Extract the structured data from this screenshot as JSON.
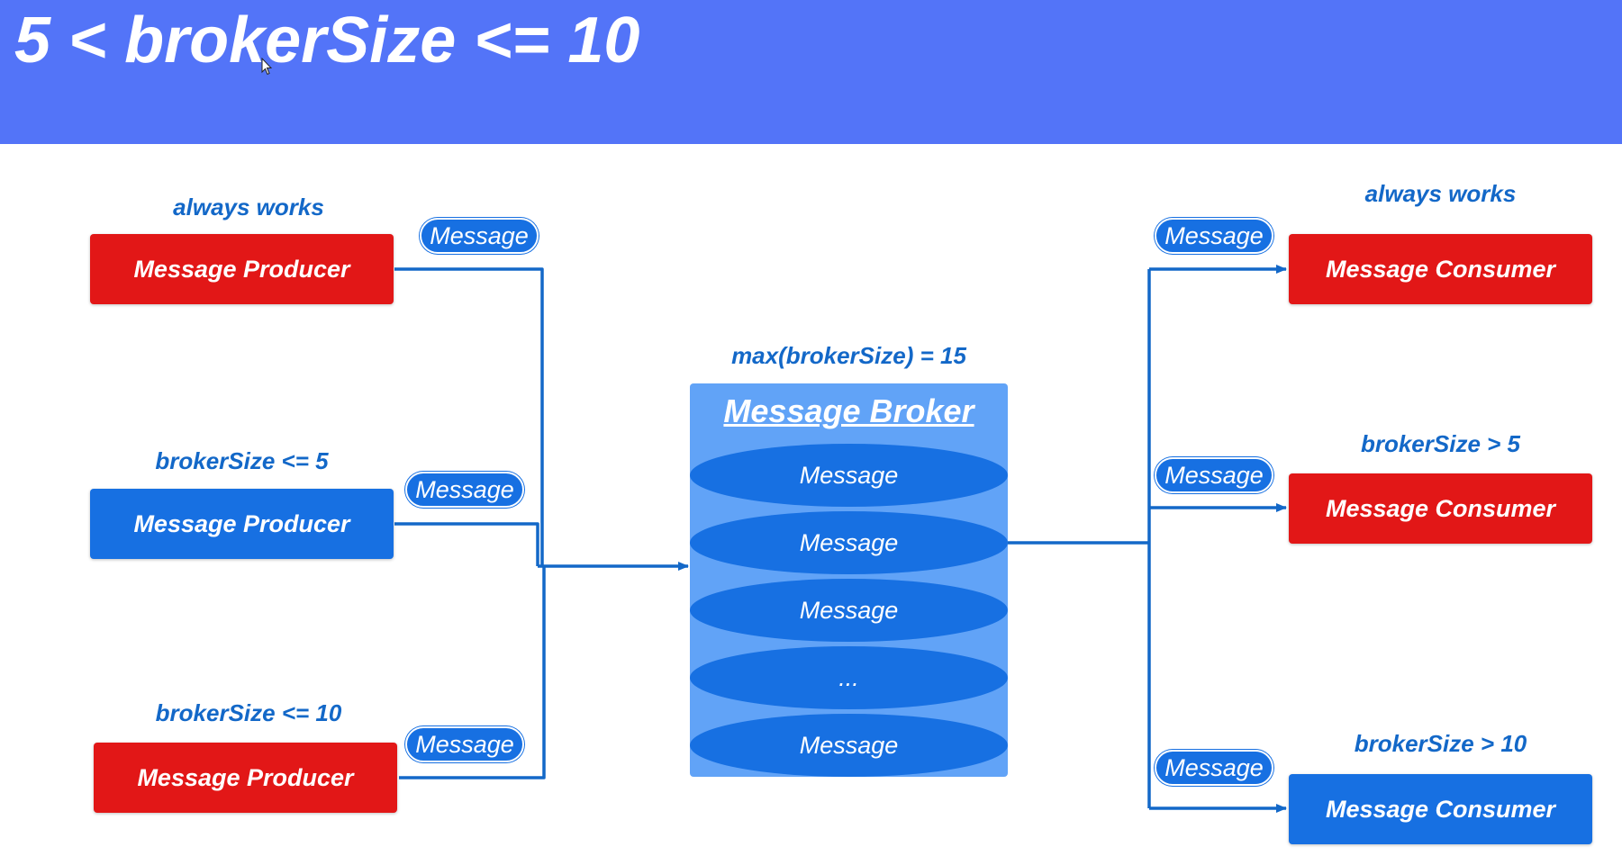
{
  "slide": {
    "title": "5 < brokerSize <= 10"
  },
  "colors": {
    "header": "#5374f8",
    "red": "#e21717",
    "blue": "#1770e2",
    "broker_bg": "#61a3f7",
    "condition_text": "#1368c8",
    "connector": "#1368c8"
  },
  "producers": [
    {
      "label": "Message Producer",
      "condition": "always works",
      "color": "red",
      "message": "Message"
    },
    {
      "label": "Message Producer",
      "condition": "brokerSize <= 5",
      "color": "blue",
      "message": "Message"
    },
    {
      "label": "Message Producer",
      "condition": "brokerSize <= 10",
      "color": "red",
      "message": "Message"
    }
  ],
  "broker": {
    "capacity_label": "max(brokerSize) = 15",
    "title": "Message Broker",
    "slots": [
      "Message",
      "Message",
      "Message",
      "...",
      "Message"
    ]
  },
  "consumers": [
    {
      "label": "Message Consumer",
      "condition": "always works",
      "color": "red",
      "message": "Message"
    },
    {
      "label": "Message Consumer",
      "condition": "brokerSize > 5",
      "color": "red",
      "message": "Message"
    },
    {
      "label": "Message Consumer",
      "condition": "brokerSize > 10",
      "color": "blue",
      "message": "Message"
    }
  ]
}
